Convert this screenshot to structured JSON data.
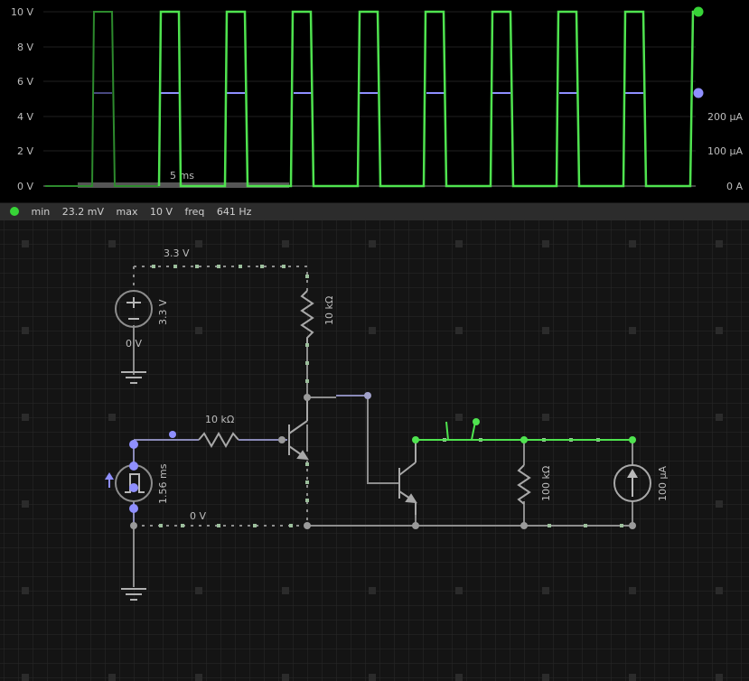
{
  "scope": {
    "y_labels_left": [
      "10 V",
      "8 V",
      "6 V",
      "4 V",
      "2 V",
      "0 V"
    ],
    "y_labels_right": [
      "200 µA",
      "100 µA",
      "0 A"
    ],
    "timescale": "5 ms",
    "colors": {
      "voltage": "#4fe34f",
      "current": "#8f8fff",
      "background": "#141414"
    }
  },
  "status": {
    "min_label": "min",
    "min_value": "23.2 mV",
    "max_label": "max",
    "max_value": "10 V",
    "freq_label": "freq",
    "freq_value": "641 Hz"
  },
  "circuit": {
    "supply_voltage": "3.3 V",
    "supply_top_label": "3.3 V",
    "supply_bottom_label": "0 V",
    "collector_resistor": "10 kΩ",
    "base_resistor": "10 kΩ",
    "pulse_period": "1.56 ms",
    "ground_label": "0 V",
    "load_resistor": "100 kΩ",
    "current_source": "100 µA"
  }
}
